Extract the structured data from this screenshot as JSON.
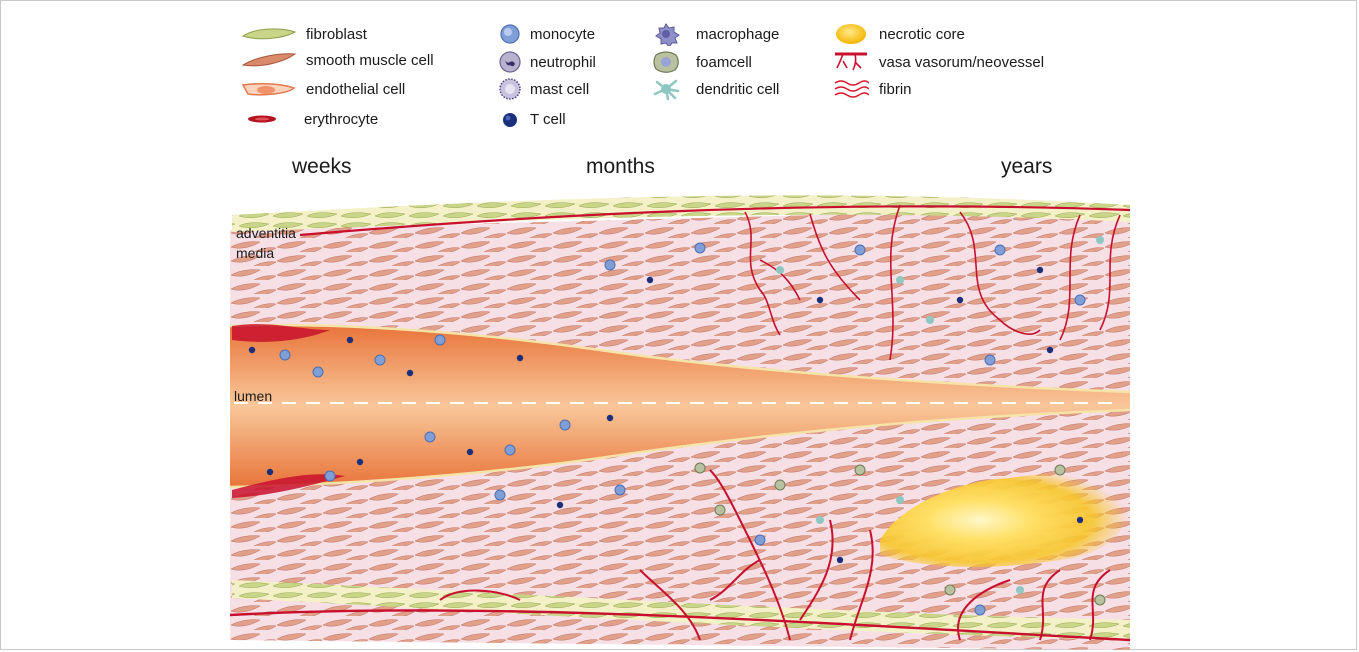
{
  "legend": {
    "fibroblast": "fibroblast",
    "smooth_muscle_cell": "smooth muscle cell",
    "endothelial_cell": "endothelial cell",
    "erythrocyte": "erythrocyte",
    "monocyte": "monocyte",
    "neutrophil": "neutrophil",
    "mast_cell": "mast cell",
    "t_cell": "T cell",
    "macrophage": "macrophage",
    "foamcell": "foamcell",
    "dendritic_cell": "dendritic cell",
    "necrotic_core": "necrotic core",
    "vasa_vasorum": "vasa vasorum/neovessel",
    "fibrin": "fibrin"
  },
  "stages": [
    "weeks",
    "months",
    "years"
  ],
  "layers": {
    "adventitia": "adventitia",
    "media": "media",
    "lumen": "lumen"
  },
  "colors": {
    "fibroblast": "#c9d68a",
    "smooth_muscle": "#d98a6a",
    "intima_bg": "#f7dfe6",
    "lumen_dark": "#e8743a",
    "lumen_light": "#f9c79a",
    "vessel_red": "#c8102e",
    "monocyte": "#7f9fd6",
    "t_cell": "#1c2f7a",
    "foamcell": "#b9c2a0",
    "dendritic": "#8fc7c2",
    "necrotic": "#f6c42a"
  },
  "icons": [
    "fibroblast-icon",
    "smooth-muscle-cell-icon",
    "endothelial-cell-icon",
    "erythrocyte-icon",
    "monocyte-icon",
    "neutrophil-icon",
    "mast-cell-icon",
    "t-cell-icon",
    "macrophage-icon",
    "foamcell-icon",
    "dendritic-cell-icon",
    "necrotic-core-icon",
    "vasa-vasorum-icon",
    "fibrin-icon"
  ]
}
